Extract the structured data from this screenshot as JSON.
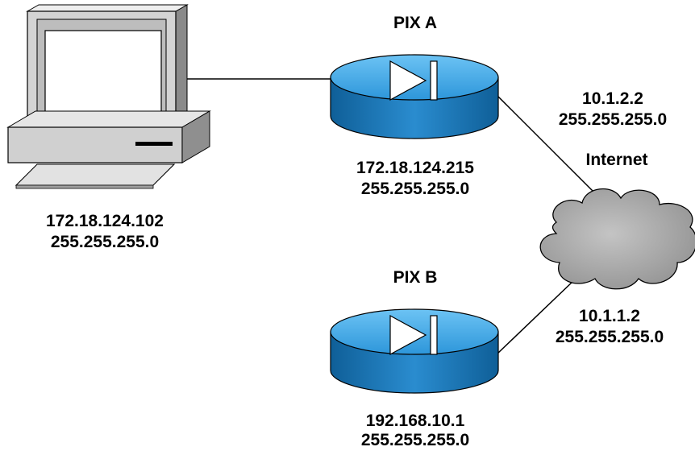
{
  "colors": {
    "background": "#ffffff",
    "router_top": "#3fa6e6",
    "router_side": "#1a78b8",
    "cloud": "#a8a8a8",
    "computer": "#d8d8d8",
    "line": "#000000"
  },
  "pix_a": {
    "name": "PIX A",
    "ip": "172.18.124.215",
    "mask": "255.255.255.0",
    "icon": "firewall-router-icon"
  },
  "pix_b": {
    "name": "PIX B",
    "ip": "192.168.10.1",
    "mask": "255.255.255.0",
    "icon": "firewall-router-icon"
  },
  "pix_a_outside": {
    "ip": "10.1.2.2",
    "mask": "255.255.255.0"
  },
  "pix_b_outside": {
    "ip": "10.1.1.2",
    "mask": "255.255.255.0"
  },
  "internet": {
    "label": "Internet",
    "icon": "cloud-icon"
  },
  "host": {
    "ip": "172.18.124.102",
    "mask": "255.255.255.0",
    "icon": "computer-icon"
  }
}
